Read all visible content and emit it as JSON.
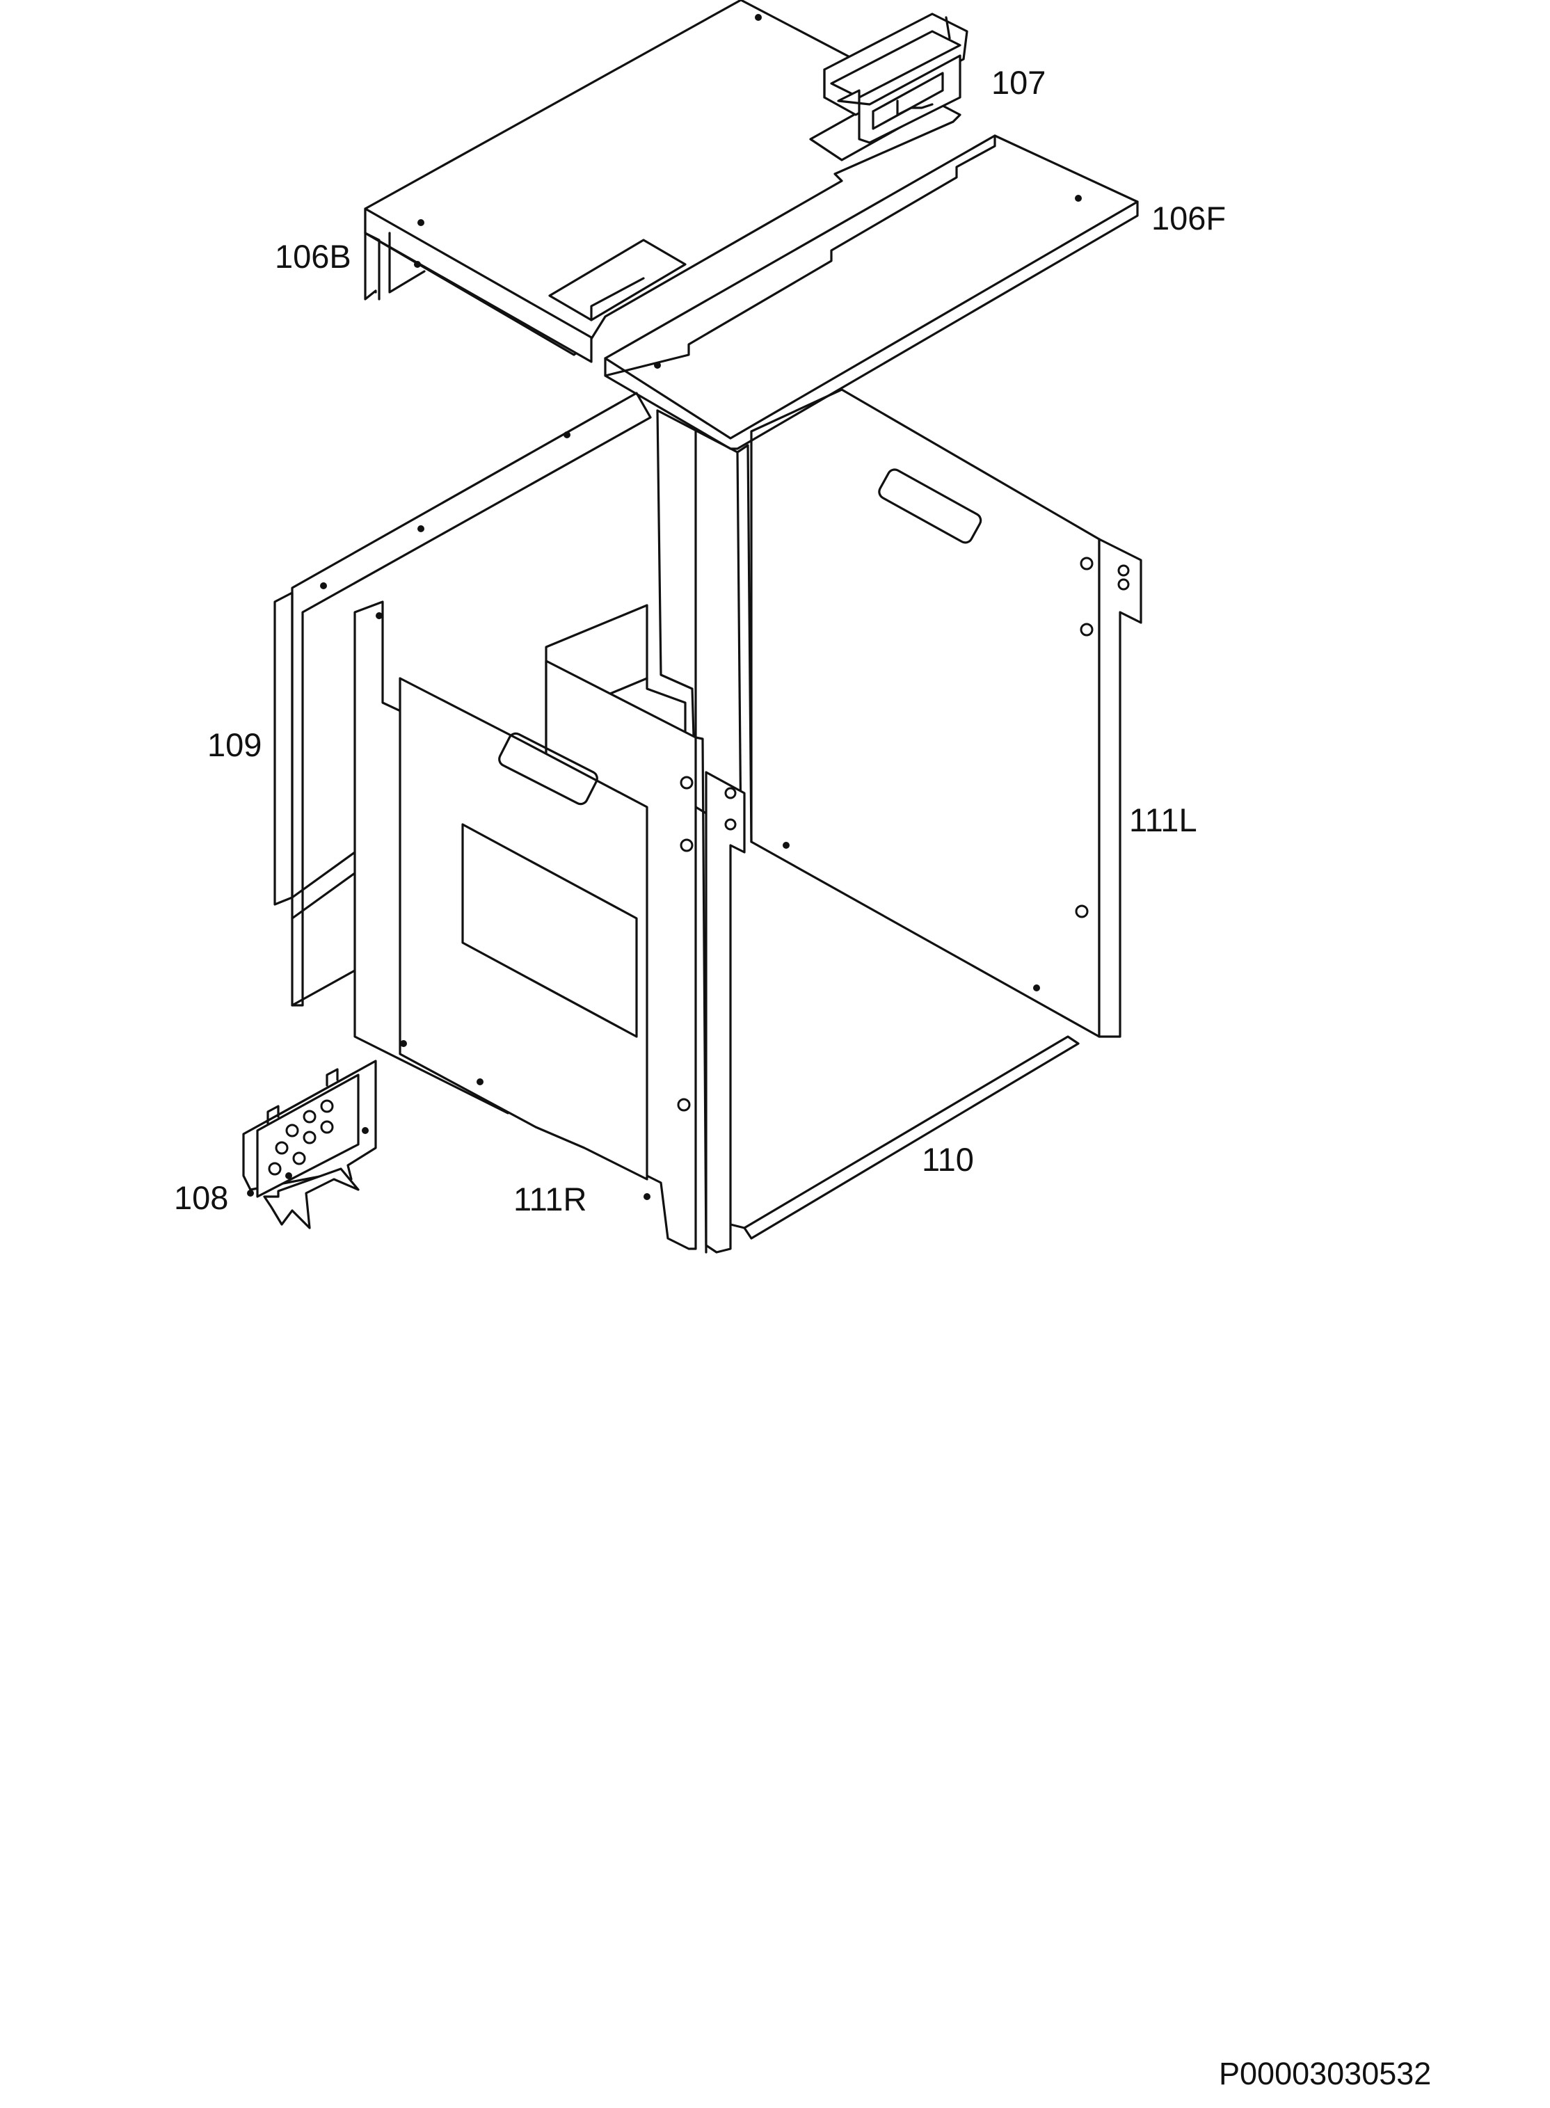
{
  "diagram": {
    "parts": [
      {
        "id": "107",
        "label": "107"
      },
      {
        "id": "106F",
        "label": "106F"
      },
      {
        "id": "106B",
        "label": "106B"
      },
      {
        "id": "109",
        "label": "109"
      },
      {
        "id": "111L",
        "label": "111L"
      },
      {
        "id": "111R",
        "label": "111R"
      },
      {
        "id": "110",
        "label": "110"
      },
      {
        "id": "108",
        "label": "108"
      }
    ],
    "document_code": "P00003030532"
  }
}
